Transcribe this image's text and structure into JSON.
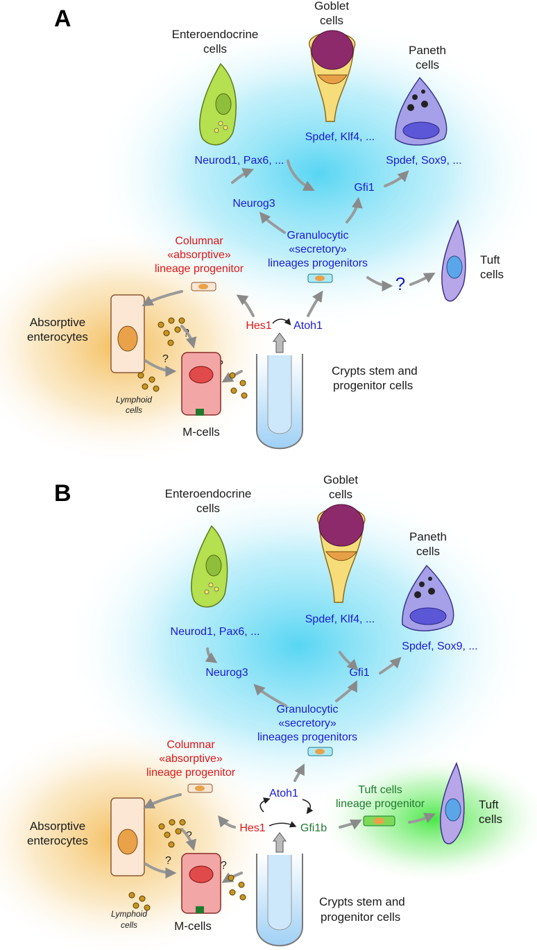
{
  "colors": {
    "secretory_glow": "#4fd3f2",
    "absorptive_glow": "#f2b13d",
    "tuft_glow": "#3ee63a",
    "blue_text": "#1a1ad6",
    "red_text": "#e01515",
    "green_text": "#1f7a2e"
  },
  "panel_a": {
    "letter": "A",
    "enteroendocrine": [
      "Enteroendocrine",
      "cells"
    ],
    "goblet": [
      "Goblet",
      "cells"
    ],
    "paneth": [
      "Paneth",
      "cells"
    ],
    "tuft": [
      "Tuft",
      "cells"
    ],
    "absorptive": [
      "Absorptive",
      "enterocytes"
    ],
    "mcells": "M-cells",
    "lymphoid": [
      "Lymphoid",
      "cells"
    ],
    "crypts": [
      "Crypts stem and",
      "progenitor cells"
    ],
    "columnar": [
      "Columnar",
      "«absorptive»",
      "lineage progenitor"
    ],
    "granulocytic": [
      "Granulocytic",
      "«secretory»",
      "lineages progenitors"
    ],
    "neurod1": "Neurod1, Pax6, ...",
    "spdef_klf4": "Spdef, Klf4, ...",
    "spdef_sox9": "Spdef, Sox9, ...",
    "neurog3": "Neurog3",
    "gfi1": "Gfi1",
    "hes1": "Hes1",
    "atoh1": "Atoh1",
    "question_tuft": "?",
    "question_mark": "?"
  },
  "panel_b": {
    "letter": "B",
    "enteroendocrine": [
      "Enteroendocrine",
      "cells"
    ],
    "goblet": [
      "Goblet",
      "cells"
    ],
    "paneth": [
      "Paneth",
      "cells"
    ],
    "tuft": [
      "Tuft",
      "cells"
    ],
    "absorptive": [
      "Absorptive",
      "enterocytes"
    ],
    "mcells": "M-cells",
    "lymphoid": [
      "Lymphoid",
      "cells"
    ],
    "crypts": [
      "Crypts stem and",
      "progenitor cells"
    ],
    "columnar": [
      "Columnar",
      "«absorptive»",
      "lineage progenitor"
    ],
    "granulocytic": [
      "Granulocytic",
      "«secretory»",
      "lineages progenitors"
    ],
    "tuft_progenitor": [
      "Tuft cells",
      "lineage progenitor"
    ],
    "neurod1": "Neurod1, Pax6, ...",
    "spdef_klf4": "Spdef, Klf4, ...",
    "spdef_sox9": "Spdef, Sox9, ...",
    "neurog3": "Neurog3",
    "gfi1": "Gfi1",
    "hes1": "Hes1",
    "atoh1": "Atoh1",
    "gfi1b": "Gfi1b",
    "question_mark": "?"
  }
}
